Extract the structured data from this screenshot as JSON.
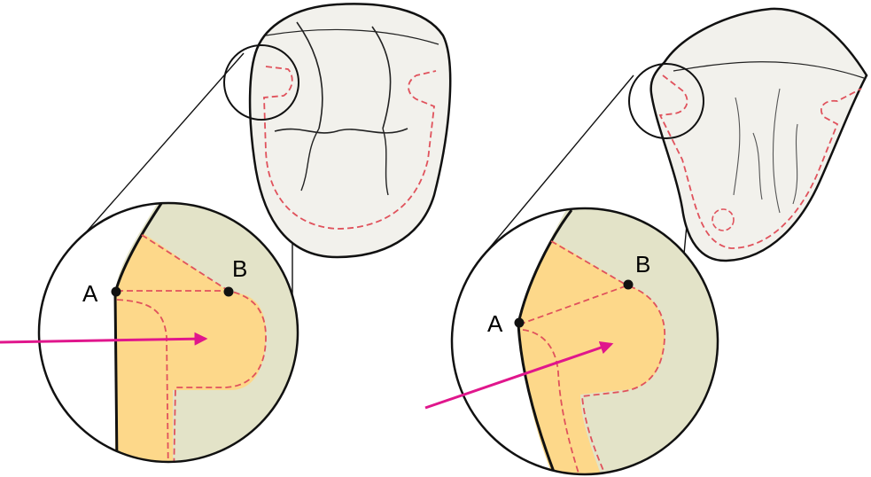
{
  "diagram": {
    "left_panel": {
      "label_a": "A",
      "label_b": "B"
    },
    "right_panel": {
      "label_a": "A",
      "label_b": "B"
    }
  },
  "colors": {
    "outline": "#111111",
    "crown_fill": "#f2f1ec",
    "tooth_band": "#e3e3c8",
    "preparation": "#fdd88a",
    "margin_line": "#e0525c",
    "arrow": "#e0168c",
    "background": "#ffffff"
  },
  "icons": {
    "arrow": "magenta-arrow",
    "point": "black-dot",
    "magnifier": "zoom-circle"
  }
}
